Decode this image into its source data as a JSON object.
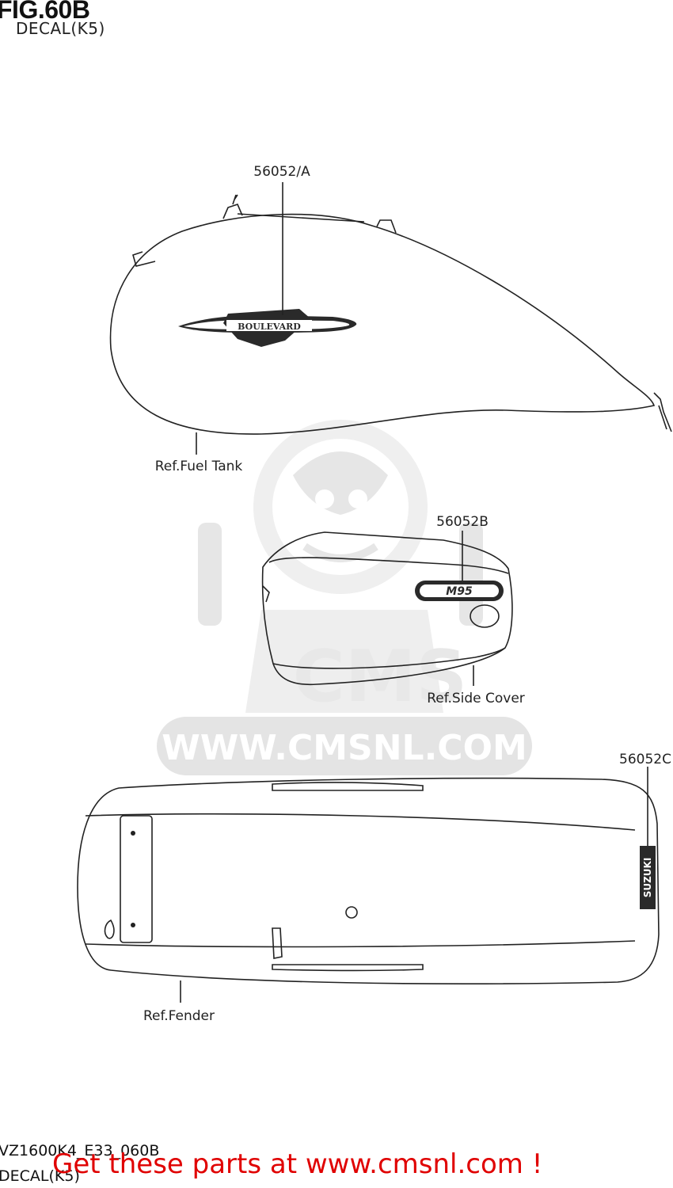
{
  "figure": {
    "title": "FIG.60B",
    "subtitle": "DECAL(K5)"
  },
  "parts": [
    {
      "part_number": "56052/A",
      "ref": "Ref.Fuel Tank"
    },
    {
      "part_number": "56052B",
      "ref": "Ref.Side Cover"
    },
    {
      "part_number": "56052C",
      "ref": "Ref.Fender"
    }
  ],
  "decals": {
    "tank_badge": "BOULEVARD",
    "side_cover_badge": "M95",
    "fender_badge": "SUZUKI"
  },
  "watermark": {
    "logo": "CMS",
    "url": "WWW.CMSNL.COM"
  },
  "footer": {
    "code": "VZ1600K4_E33_060B",
    "subtitle": "DECAL(K5)",
    "promo": "Get these parts at www.cmsnl.com !"
  },
  "colors": {
    "line": "#222222",
    "watermark": "#e4e4e4",
    "promo": "#e00000"
  }
}
